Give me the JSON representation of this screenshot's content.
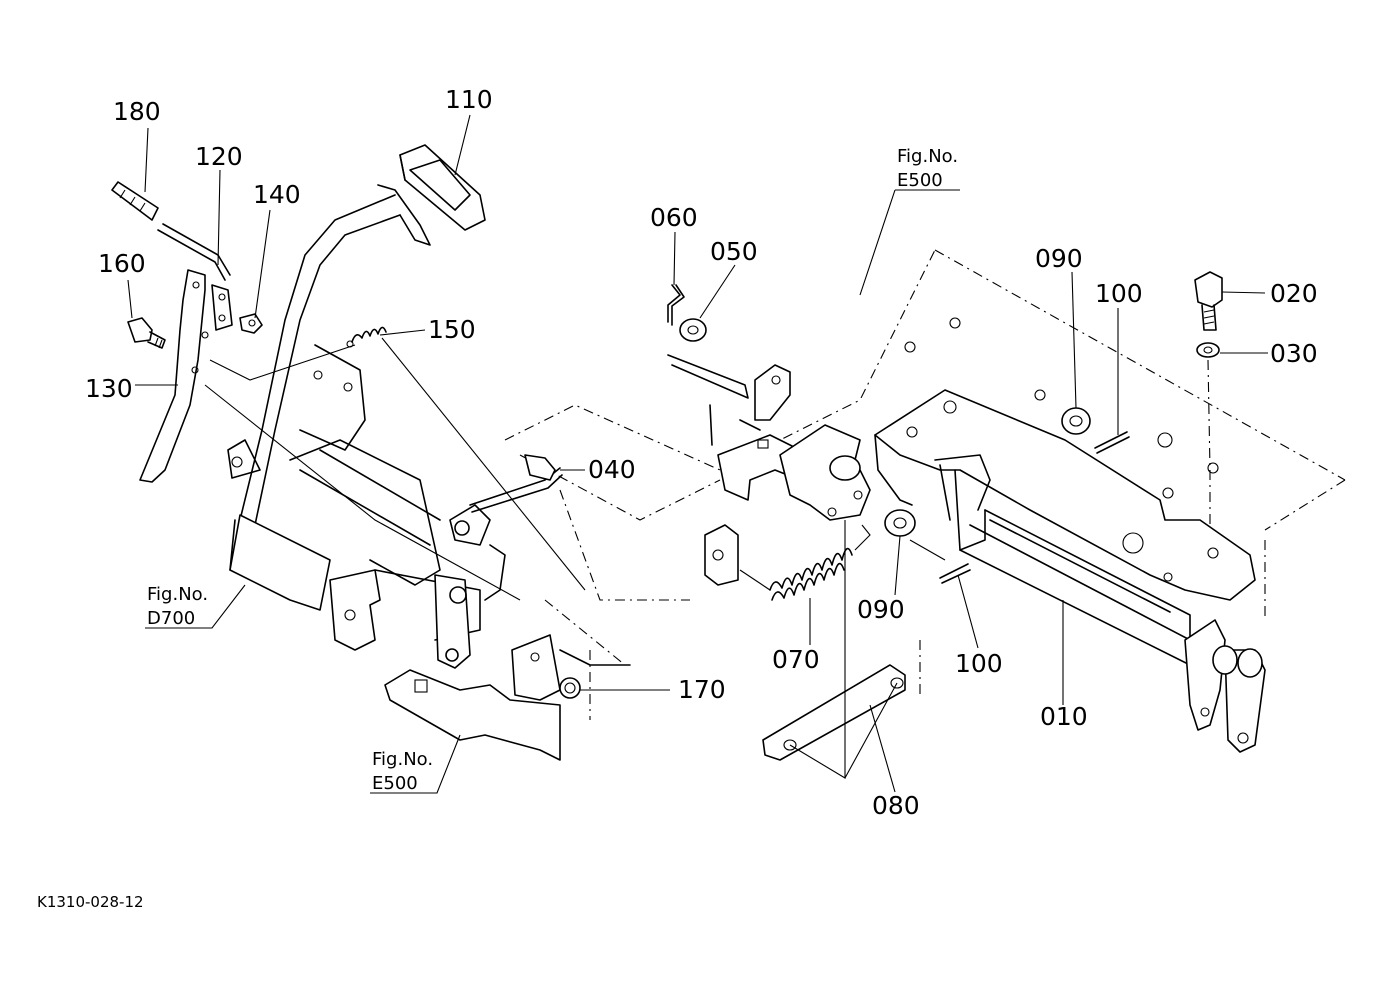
{
  "parts": [
    {
      "id": "p180",
      "number": "180"
    },
    {
      "id": "p120",
      "number": "120"
    },
    {
      "id": "p140",
      "number": "140"
    },
    {
      "id": "p110",
      "number": "110"
    },
    {
      "id": "p160",
      "number": "160"
    },
    {
      "id": "p130",
      "number": "130"
    },
    {
      "id": "p150",
      "number": "150"
    },
    {
      "id": "p040",
      "number": "040"
    },
    {
      "id": "p060",
      "number": "060"
    },
    {
      "id": "p050",
      "number": "050"
    },
    {
      "id": "p090a",
      "number": "090"
    },
    {
      "id": "p100a",
      "number": "100"
    },
    {
      "id": "p020",
      "number": "020"
    },
    {
      "id": "p030",
      "number": "030"
    },
    {
      "id": "p090b",
      "number": "090"
    },
    {
      "id": "p070",
      "number": "070"
    },
    {
      "id": "p100b",
      "number": "100"
    },
    {
      "id": "p010",
      "number": "010"
    },
    {
      "id": "p170",
      "number": "170"
    },
    {
      "id": "p080",
      "number": "080"
    }
  ],
  "figure_refs": [
    {
      "id": "ref_e500_top",
      "line1": "Fig.No.",
      "line2": "E500"
    },
    {
      "id": "ref_d700",
      "line1": "Fig.No.",
      "line2": "D700"
    },
    {
      "id": "ref_e500_bottom",
      "line1": "Fig.No.",
      "line2": "E500"
    }
  ],
  "drawing_id": "K1310-028-12"
}
